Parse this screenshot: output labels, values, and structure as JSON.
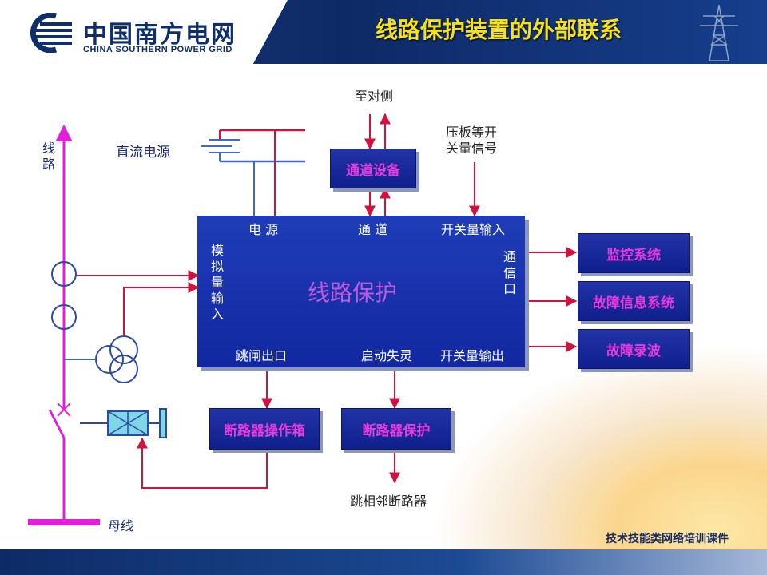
{
  "header": {
    "logo_cn": "中国南方电网",
    "logo_en": "CHINA SOUTHERN POWER GRID",
    "title": "线路保护装置的外部联系"
  },
  "footer": {
    "text": "技术技能类网络培训课件"
  },
  "labels": {
    "to_opposite": "至对侧",
    "dc_power": "直流电源",
    "plate_signal_line1": "压板等开",
    "plate_signal_line2": "关量信号",
    "line": "线路",
    "busbar": "母线",
    "trip_adjacent": "跳相邻断路器"
  },
  "main_box": {
    "title": "线路保护",
    "power": "电 源",
    "channel": "通 道",
    "switch_input": "开关量输入",
    "analog_input": "模拟量输入",
    "comm_port": "通信口",
    "trip_out": "跳闸出口",
    "startup_fail": "启动失灵",
    "switch_output": "开关量输出"
  },
  "boxes": {
    "channel_device": "通道设备",
    "monitor_system": "监控系统",
    "fault_info_system": "故障信息系统",
    "fault_recorder": "故障录波",
    "breaker_op_box": "断路器操作箱",
    "breaker_protection": "断路器保护"
  },
  "colors": {
    "arrow_red": "#d1123f",
    "line_blue": "#4169c9",
    "line_magenta": "#e21fd8",
    "box_text": "#e93ae0",
    "title_yellow": "#f6e21c"
  }
}
